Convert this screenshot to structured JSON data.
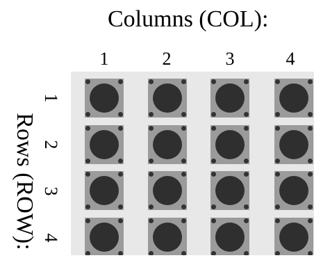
{
  "title": "Columns (COL):",
  "columns": [
    "1",
    "2",
    "3",
    "4"
  ],
  "rows_title": "Rows (ROW):",
  "rows": [
    "1",
    "2",
    "3",
    "4"
  ],
  "colors": {
    "board": "#e8e8e8",
    "button_body": "#9b9b9b",
    "button_cap": "#2f2f2f",
    "pin": "#333333"
  }
}
